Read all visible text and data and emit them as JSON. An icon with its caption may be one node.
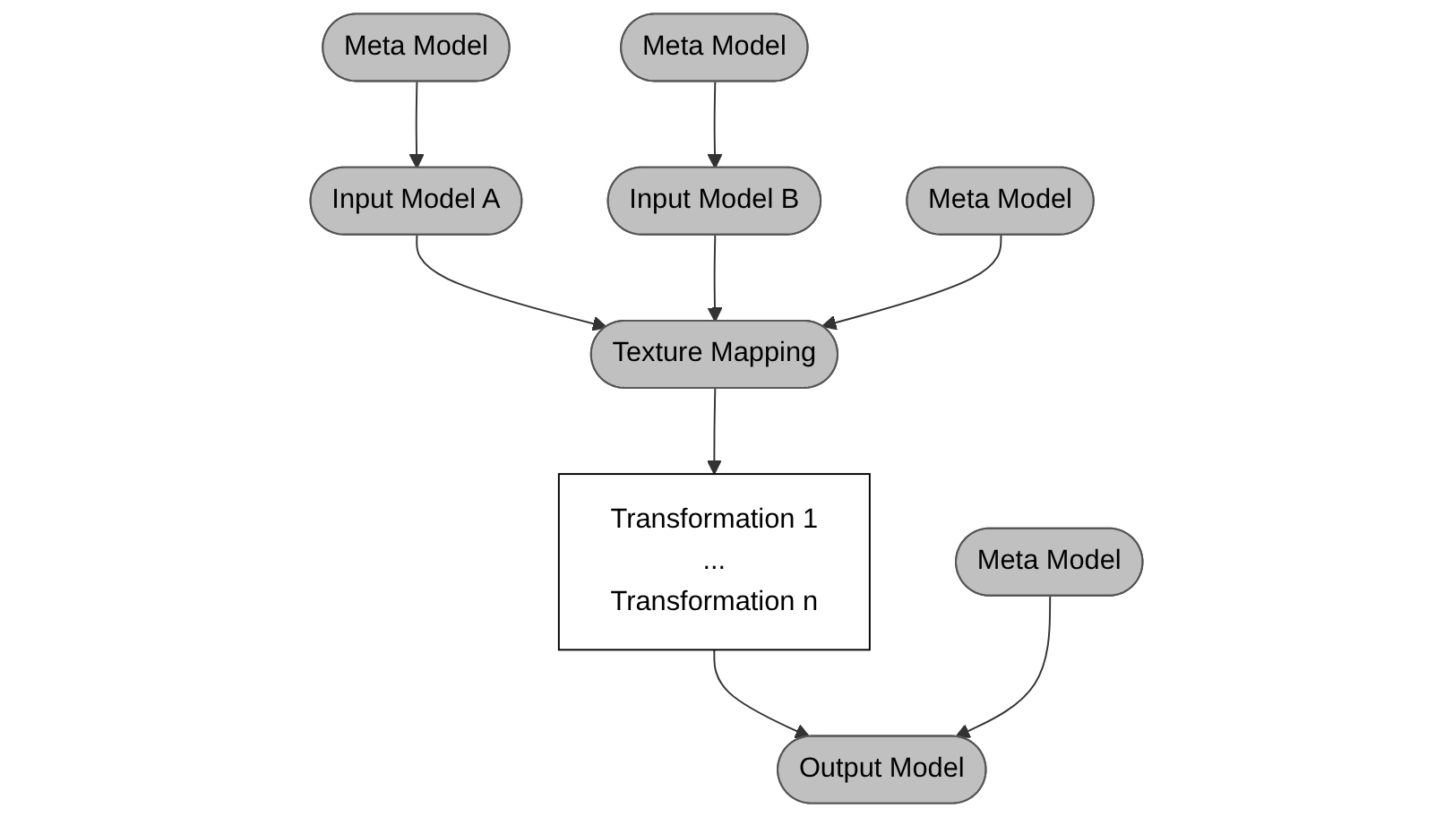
{
  "diagram": {
    "nodes": [
      {
        "text": [
          "Meta Model"
        ]
      },
      {
        "text": [
          "Input Model A"
        ]
      },
      {
        "text": [
          "Input Model B"
        ]
      },
      {
        "text": [
          "Meta Model"
        ]
      },
      {
        "text": [
          "Meta Model"
        ]
      },
      {
        "text": [
          "Texture Mapping"
        ]
      },
      {
        "text": [
          "Transformation 1",
          "...",
          "Transformation n"
        ]
      },
      {
        "text": [
          "Meta Model"
        ]
      },
      {
        "text": [
          "Output Model"
        ]
      }
    ],
    "edges": [
      {
        "from": 0,
        "to": 1,
        "arrow": "to"
      },
      {
        "from": 3,
        "to": 2,
        "arrow": "to"
      },
      {
        "from": 1,
        "to": 5,
        "arrow": "to"
      },
      {
        "from": 2,
        "to": 5,
        "arrow": "to"
      },
      {
        "from": 4,
        "to": 5,
        "arrow": "to"
      },
      {
        "from": 5,
        "to": 6,
        "arrow": "to"
      },
      {
        "from": 6,
        "to": 8,
        "arrow": "to"
      },
      {
        "from": 7,
        "to": 8,
        "arrow": "to"
      }
    ]
  }
}
